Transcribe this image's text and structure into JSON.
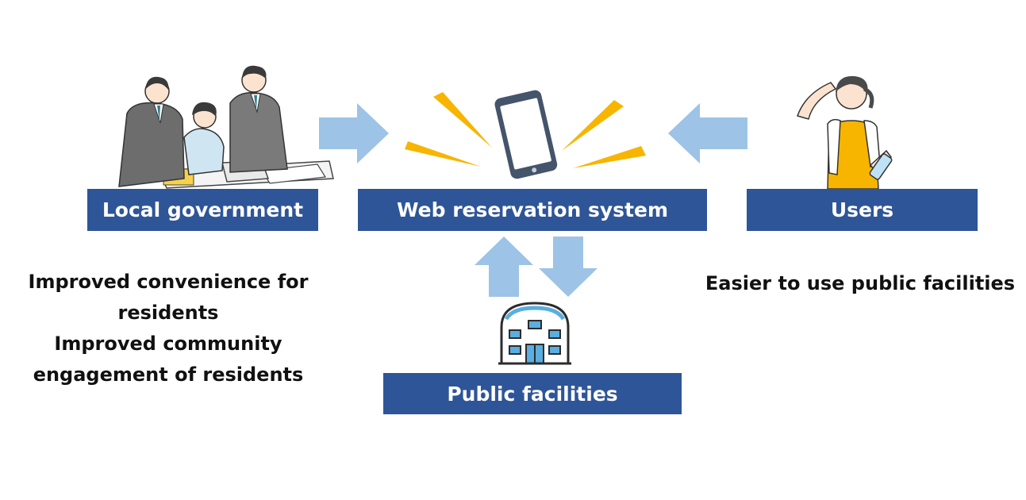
{
  "nodes": {
    "local_government": "Local government",
    "web_reservation_system": "Web reservation system",
    "users": "Users",
    "public_facilities": "Public facilities"
  },
  "benefits": {
    "local_government": [
      "Improved convenience for",
      "residents",
      "Improved community",
      "engagement of residents"
    ],
    "users": [
      "Easier to use public facilities"
    ]
  },
  "colors": {
    "box_fill": "#2e5597",
    "arrow_fill": "#9dc3e6",
    "burst_fill": "#f7b500",
    "phone_body": "#44546a",
    "facility_accent": "#5aaee0"
  },
  "icons": {
    "government": "office-workers-illustration",
    "system": "smartphone-icon",
    "users": "user-with-towel-illustration",
    "facilities": "building-icon"
  }
}
